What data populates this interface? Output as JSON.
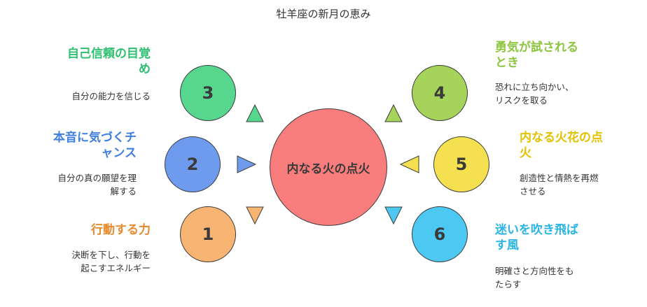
{
  "title": "牡羊座の新月の恵み",
  "center": {
    "label": "内なる火の点火"
  },
  "nodes": [
    {
      "num": "3",
      "heading_line1": "自己信頼の目覚",
      "heading_line2": "め",
      "desc_line1": "自分の能力を信じる",
      "desc_line2": "",
      "color": "#2fbf71"
    },
    {
      "num": "2",
      "heading_line1": "本音に気づくチ",
      "heading_line2": "ャンス",
      "desc_line1": "自分の真の願望を理",
      "desc_line2": "解する",
      "color": "#3f7fe0"
    },
    {
      "num": "1",
      "heading_line1": "行動する力",
      "heading_line2": "",
      "desc_line1": "決断を下し、行動を",
      "desc_line2": "起こすエネルギー",
      "color": "#e88a2c"
    },
    {
      "num": "4",
      "heading_line1": "勇気が試される",
      "heading_line2": "とき",
      "desc_line1": "恐れに立ち向かい、",
      "desc_line2": "リスクを取る",
      "color": "#8cc63f"
    },
    {
      "num": "5",
      "heading_line1": "内なる火花の点",
      "heading_line2": "火",
      "desc_line1": "創造性と情熱を再燃",
      "desc_line2": "させる",
      "color": "#e2c200"
    },
    {
      "num": "6",
      "heading_line1": "迷いを吹き飛ば",
      "heading_line2": "す風",
      "desc_line1": "明確さと方向性をも",
      "desc_line2": "たらす",
      "color": "#2bb4e6"
    }
  ]
}
